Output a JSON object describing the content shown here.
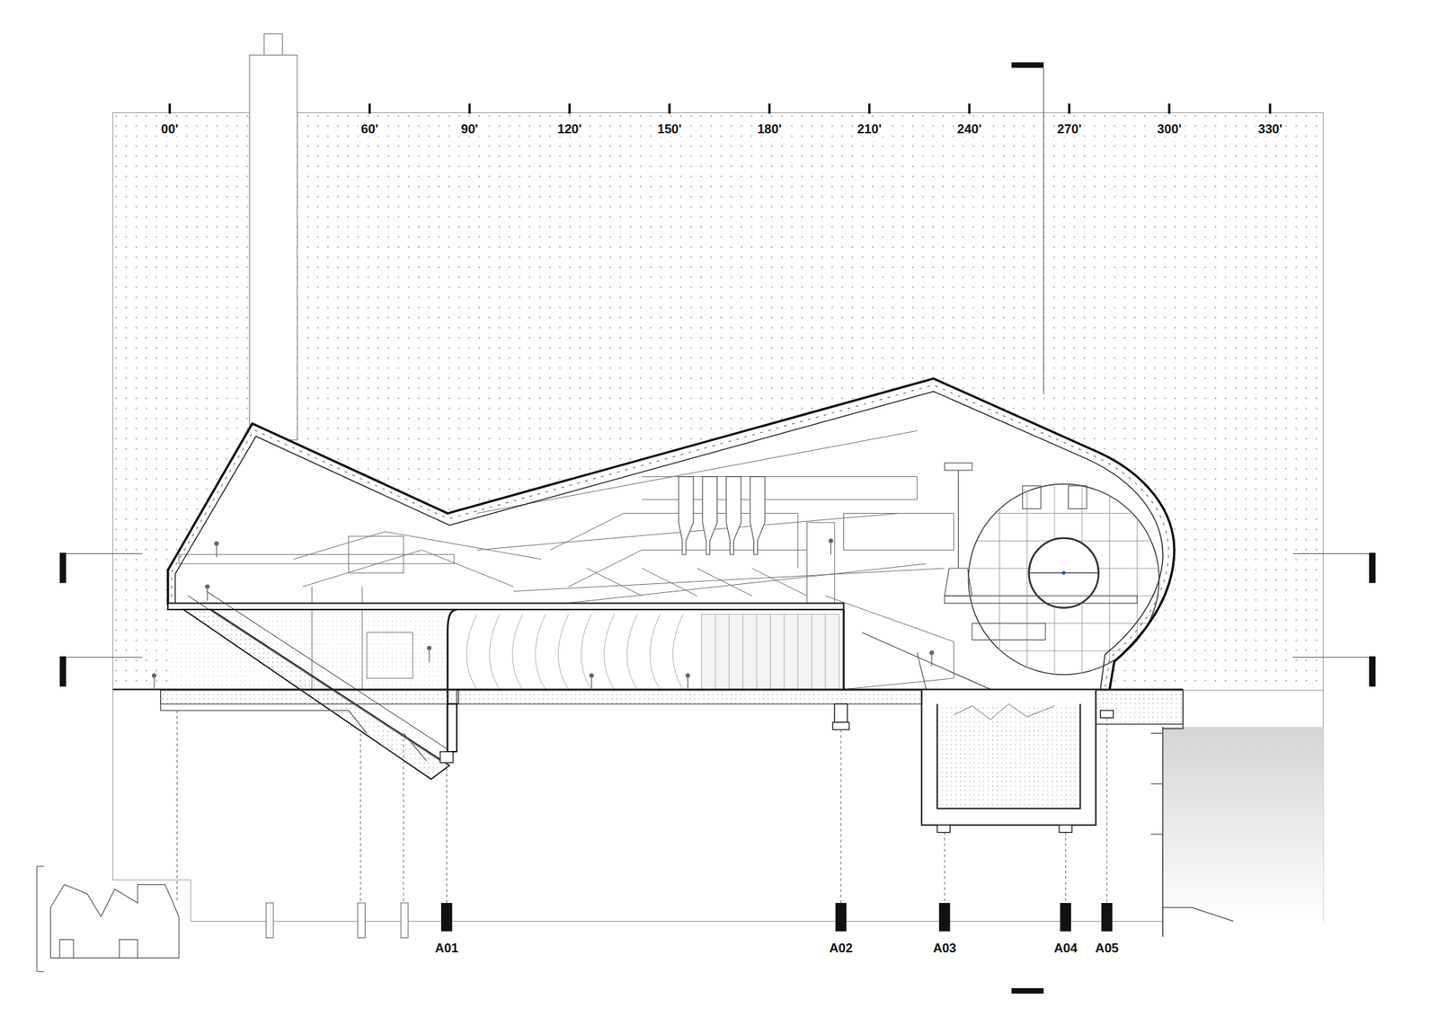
{
  "diagram": {
    "labels": [
      "00'",
      "60'",
      "90'",
      "120'",
      "150'",
      "180'",
      "210'",
      "240'",
      "270'",
      "300'",
      "330'",
      "A01",
      "A02",
      "A03",
      "A04",
      "A05"
    ]
  }
}
